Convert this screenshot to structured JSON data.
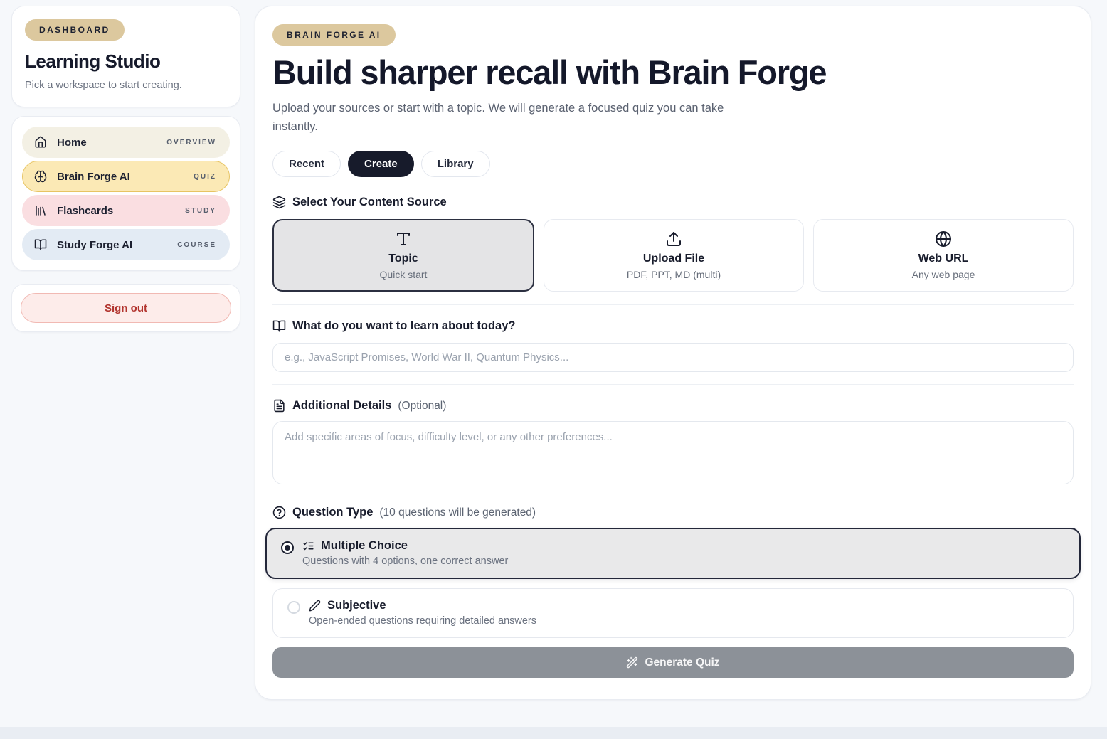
{
  "colors": {
    "badge_tan": "#dcc89e",
    "active_nav_bg": "#fbe9b5",
    "active_nav_border": "#e7c463",
    "home_nav_bg": "#f3f0e4",
    "flashcards_nav_bg": "#fadee1",
    "study_nav_bg": "#e3ebf4",
    "signout_red": "#b2342e",
    "dark_navy": "#171b2b",
    "selected_gray": "#e6e6e8",
    "disabled_button_gray": "#8c9198",
    "page_bg": "#f6f8fb"
  },
  "sidebar": {
    "badge": "DASHBOARD",
    "title": "Learning Studio",
    "subtitle": "Pick a workspace to start creating.",
    "items": [
      {
        "label": "Home",
        "tag": "OVERVIEW",
        "icon": "house-icon",
        "active": false
      },
      {
        "label": "Brain Forge AI",
        "tag": "QUIZ",
        "icon": "brain-icon",
        "active": true
      },
      {
        "label": "Flashcards",
        "tag": "STUDY",
        "icon": "library-icon",
        "active": false
      },
      {
        "label": "Study Forge AI",
        "tag": "COURSE",
        "icon": "book-open-icon",
        "active": false
      }
    ],
    "sign_out_label": "Sign out"
  },
  "main": {
    "badge": "BRAIN FORGE AI",
    "heading": "Build sharper recall with Brain Forge",
    "subheading": "Upload your sources or start with a topic. We will generate a focused quiz you can take instantly.",
    "tabs": [
      {
        "label": "Recent",
        "active": false
      },
      {
        "label": "Create",
        "active": true
      },
      {
        "label": "Library",
        "active": false
      }
    ],
    "source_section": {
      "title": "Select Your Content Source",
      "icon": "layers-icon",
      "cards": [
        {
          "title": "Topic",
          "subtitle": "Quick start",
          "icon": "type-icon",
          "selected": true
        },
        {
          "title": "Upload File",
          "subtitle": "PDF, PPT, MD (multi)",
          "icon": "upload-icon",
          "selected": false
        },
        {
          "title": "Web URL",
          "subtitle": "Any web page",
          "icon": "globe-icon",
          "selected": false
        }
      ]
    },
    "topic_section": {
      "label": "What do you want to learn about today?",
      "icon": "book-open-icon",
      "value": "",
      "placeholder": "e.g., JavaScript Promises, World War II, Quantum Physics..."
    },
    "details_section": {
      "label": "Additional Details",
      "optional_hint": "(Optional)",
      "icon": "file-text-icon",
      "value": "",
      "placeholder": "Add specific areas of focus, difficulty level, or any other preferences..."
    },
    "question_section": {
      "label": "Question Type",
      "hint": "(10 questions will be generated)",
      "icon": "circle-help-icon",
      "options": [
        {
          "title": "Multiple Choice",
          "desc": "Questions with 4 options, one correct answer",
          "icon": "list-checks-icon",
          "selected": true
        },
        {
          "title": "Subjective",
          "desc": "Open-ended questions requiring detailed answers",
          "icon": "pen-icon",
          "selected": false
        }
      ]
    },
    "generate_button_label": "Generate Quiz"
  }
}
